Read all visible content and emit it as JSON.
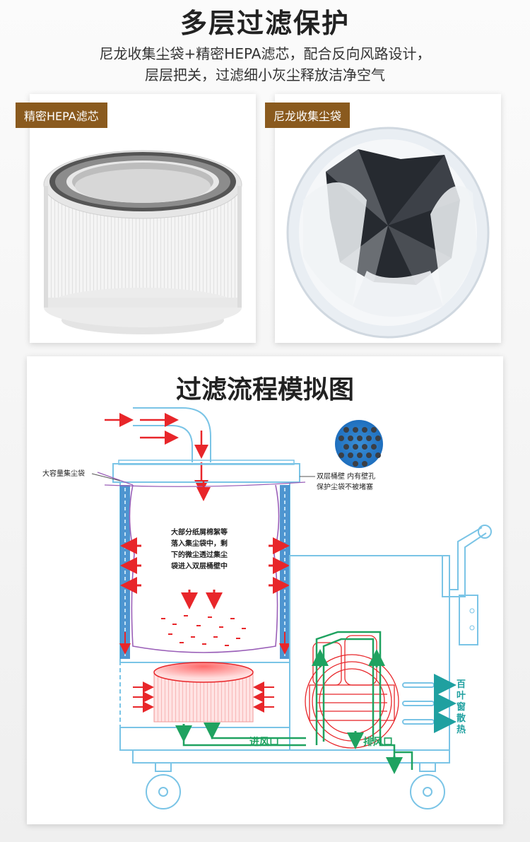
{
  "header": {
    "title": "多层过滤保护",
    "subtitle_line1": "尼龙收集尘袋+精密HEPA滤芯，配合反向风路设计，",
    "subtitle_line2": "层层把关，过滤细小灰尘释放洁净空气"
  },
  "products": [
    {
      "tag": "精密HEPA滤芯",
      "icon": "hepa-filter-photo"
    },
    {
      "tag": "尼龙收集尘袋",
      "icon": "nylon-dust-bag-photo"
    }
  ],
  "diagram": {
    "title": "过滤流程模拟图",
    "labels": {
      "big_bag": "大容量集尘袋",
      "double_wall_line1": "双层桶壁  内有壁孔",
      "double_wall_line2": "保护尘袋不被堵塞",
      "note_line1": "大部分纸屑棉絮等",
      "note_line2": "落入集尘袋中，剩",
      "note_line3": "下的微尘透过集尘",
      "note_line4": "袋进入双层桶壁中",
      "inlet": "进风口",
      "outlet": "排风口",
      "vent_1": "百",
      "vent_2": "叶",
      "vent_3": "窗",
      "vent_4": "散",
      "vent_5": "热"
    },
    "colors": {
      "airflow": "#e8262a",
      "cleanflow": "#1fa260",
      "vent": "#1fa0a0",
      "wall_blue": "#2f83c8",
      "outline": "#7ac4e6",
      "bag": "#9a5fb8"
    }
  }
}
